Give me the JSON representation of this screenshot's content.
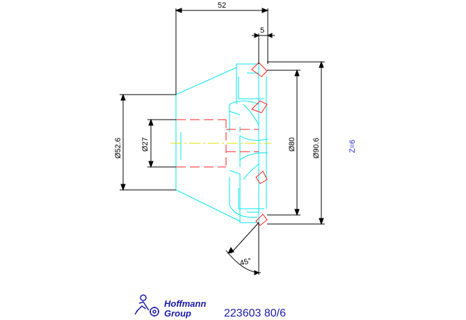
{
  "dimensions": {
    "overall_length": "52",
    "tooth_offset": "5",
    "shank_diameter": "Ø52.6",
    "bore_diameter": "Ø27",
    "inner_diameter": "Ø80",
    "outer_diameter": "Ø90.6",
    "chamfer_angle": "45°"
  },
  "tooth_count": "Z=6",
  "logo": {
    "line1": "Hoffmann",
    "line2": "Group"
  },
  "part_label": "223603 80/6",
  "colors": {
    "outline": "#00e5ee",
    "hidden": "#ff2020",
    "centerline": "#e0e000",
    "dimension": "#000000",
    "brand": "#1a1aa8"
  }
}
